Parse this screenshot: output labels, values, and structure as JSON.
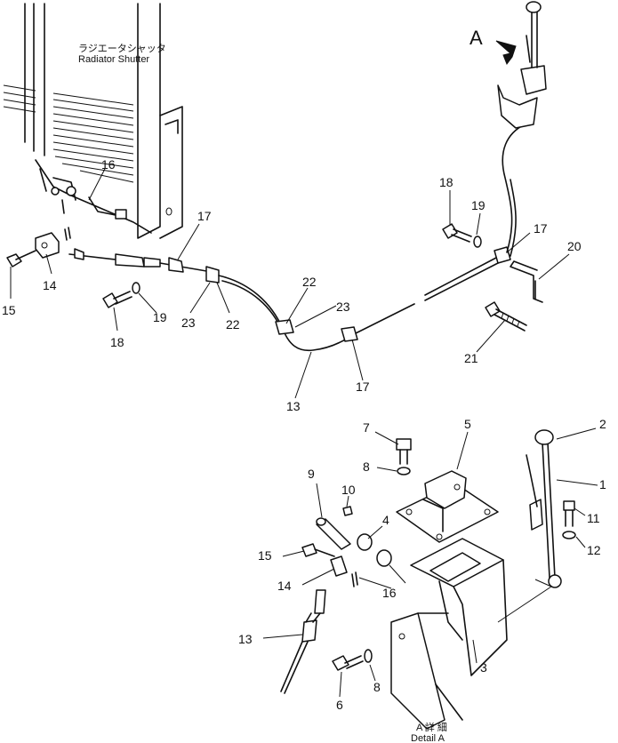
{
  "header": {
    "jp_title": "ラジエータシャッタ",
    "en_title": "Radiator Shutter",
    "view_marker": "A"
  },
  "detail": {
    "jp": "A 詳 細",
    "en": "Detail A"
  },
  "callouts": {
    "c16_top": "16",
    "c14_top": "14",
    "c15_top": "15",
    "c18_left": "18",
    "c19_left": "19",
    "c17_left": "17",
    "c23_left": "23",
    "c22_left": "22",
    "c22_mid": "22",
    "c23_mid": "23",
    "c13_top": "13",
    "c17_mid": "17",
    "c18_right": "18",
    "c19_right": "19",
    "c17_right": "17",
    "c20": "20",
    "c21": "21",
    "c7": "7",
    "c8_top": "8",
    "c5": "5",
    "c2": "2",
    "c1": "1",
    "c11": "11",
    "c12": "12",
    "c9": "9",
    "c10": "10",
    "c4": "4",
    "c15_bot": "15",
    "c14_bot": "14",
    "c16_bot": "16",
    "c13_bot": "13",
    "c3": "3",
    "c8_bot": "8",
    "c6": "6"
  }
}
